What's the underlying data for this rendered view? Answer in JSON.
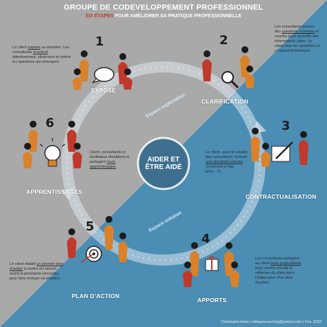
{
  "title": "GROUPE DE CODEVELOPPEMENT PROFESSIONNEL",
  "subtitle": {
    "accent": "SIX ÉTAPES",
    "rest": "POUR AMÉLIORER SA PRATIQUE PROFESSIONNELLE"
  },
  "center": {
    "line1": "AIDER ET",
    "line2": "ÊTRE AIDÉ"
  },
  "phases": {
    "exploration": "Espace exploration",
    "solution": "Espace solution"
  },
  "colors": {
    "grey": "#a6a6a6",
    "blue": "#4a8fb4",
    "red": "#c0392b",
    "orange": "#d9822b"
  },
  "steps": [
    {
      "num": "1",
      "label": "EXPOSÉ",
      "icon": "speech-bubble-icon"
    },
    {
      "num": "2",
      "label": "CLARIFICATION",
      "icon": "magnifier-icon"
    },
    {
      "num": "3",
      "label": "CONTRACTUALISATION",
      "icon": "contract-pen-icon"
    },
    {
      "num": "4",
      "label": "APPORTS",
      "icon": "gift-icon"
    },
    {
      "num": "5",
      "label": "PLAN D’ACTION",
      "icon": "target-icon"
    },
    {
      "num": "6",
      "label": "APPRENTISSAGES",
      "icon": "lightbulb-icon"
    }
  ],
  "notes": {
    "expose": [
      "Le client ",
      "expose",
      " sa situation. Les consultants ",
      "écoutent",
      " attentivement, observent et notent les questions qui émergent."
    ],
    "clarification": [
      "Les consultants posent des ",
      "questions ouvertes",
      " et courtes pour recueillir des informations utiles. Le client note les questions et y répond brièvement."
    ],
    "contract": [
      "Le client, avec le soutien des consultants, formule ",
      "une demande précise",
      " (comment je fais pour…?)"
    ],
    "apports": [
      "Les consultants partagent au client ",
      "leurs propositions",
      " pour nourrir ensuite la réflexion du client dans l’élaboration d’un plan d’action."
    ],
    "plan": [
      "Le client établit ",
      "un premier plan d’action",
      " à mettre en oeuvre, avant la prochaine rencontre, pour faire évoluer sa situation."
    ],
    "apprentissages": [
      "Client, consultants et facilitateur identifient et partagent ",
      "leurs apprentissages"
    ]
  },
  "credit": "Christophe beau | obliquecoaching@yahoo.com | Fev. 2022"
}
